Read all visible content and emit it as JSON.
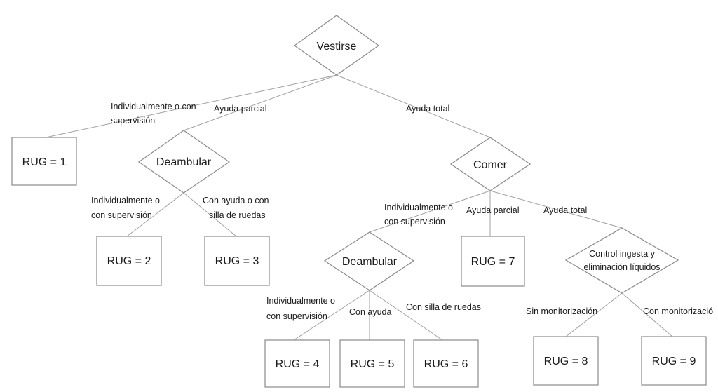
{
  "decisions": {
    "vestirse": "Vestirse",
    "deambular_a": "Deambular",
    "comer": "Comer",
    "deambular_b": "Deambular",
    "control": {
      "line1": "Control ingesta y",
      "line2": "eliminación líquidos"
    }
  },
  "leaves": {
    "rug1": "RUG = 1",
    "rug2": "RUG = 2",
    "rug3": "RUG = 3",
    "rug4": "RUG = 4",
    "rug5": "RUG = 5",
    "rug6": "RUG = 6",
    "rug7": "RUG = 7",
    "rug8": "RUG = 8",
    "rug9": "RUG = 9"
  },
  "edges": {
    "vestirse_indiv": {
      "line1": "Individualmente o con",
      "line2": "supervisión"
    },
    "vestirse_parcial": "Ayuda parcial",
    "vestirse_total": "Ayuda  total",
    "deambular_a_indiv": {
      "line1": "Individualmente o",
      "line2": "con supervisión"
    },
    "deambular_a_silla": {
      "line1": "Con ayuda o con",
      "line2": "silla de ruedas"
    },
    "comer_indiv": {
      "line1": "Individualmente o",
      "line2": "con supervisión"
    },
    "comer_parcial": "Ayuda parcial",
    "comer_total": "Ayuda  total",
    "deambular_b_indiv": {
      "line1": "Individualmente o",
      "line2": "con supervisión"
    },
    "deambular_b_ayuda": "Con ayuda",
    "deambular_b_silla": "Con silla de ruedas",
    "control_sin": "Sin monitorización",
    "control_con": "Con monitorizació"
  }
}
